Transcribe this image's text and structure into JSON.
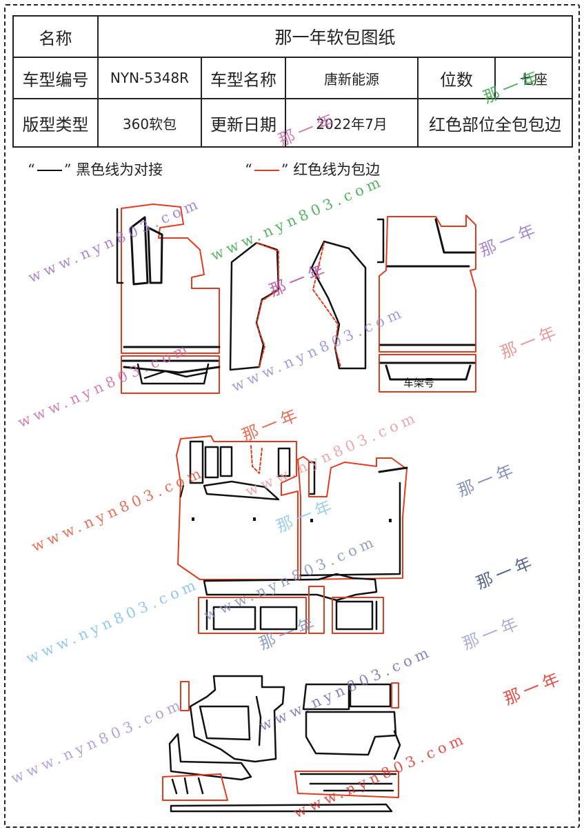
{
  "table": {
    "title_label": "名称",
    "title_value": "那一年软包图纸",
    "model_code_label": "车型编号",
    "model_code_value": "NYN-5348R",
    "model_name_label": "车型名称",
    "model_name_value": "唐新能源",
    "seats_label": "位数",
    "seats_value": "七座",
    "pattern_type_label": "版型类型",
    "pattern_type_value": "360软包",
    "update_date_label": "更新日期",
    "update_date_value": "2022年7月",
    "note_value": "红色部位全包包边"
  },
  "legend": {
    "black_open_quote": "“",
    "black_close_quote": "”",
    "black_text": "黑色线为对接",
    "red_open_quote": "“",
    "red_close_quote": "”",
    "red_text": "红色线为包边"
  },
  "drawing": {
    "vin_label": "车架号"
  },
  "watermarks": {
    "url": "www.nyn803.com",
    "brand": "那一年"
  },
  "colors": {
    "black_line": "#111111",
    "red_line": "#e23a1f"
  }
}
